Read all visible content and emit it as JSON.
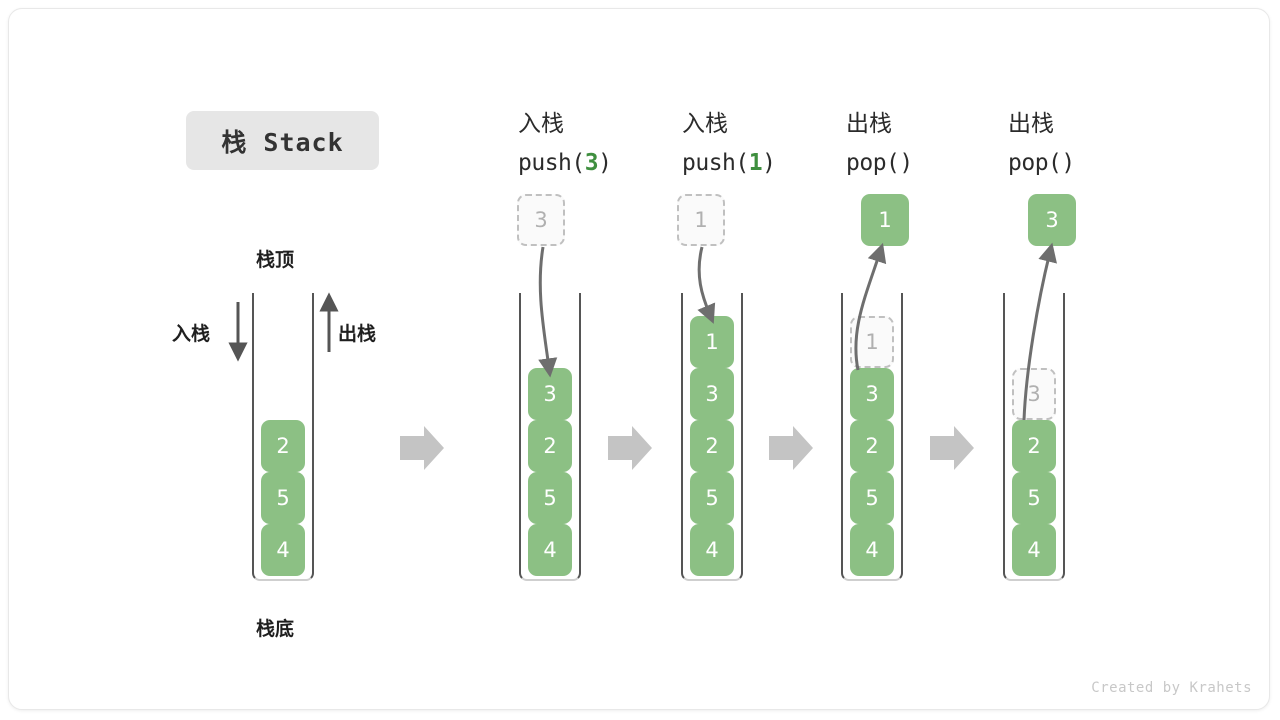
{
  "title_badge": "栈 Stack",
  "labels": {
    "top": "栈顶",
    "bottom": "栈底",
    "push": "入栈",
    "pop": "出栈"
  },
  "watermark": "Created by Krahets",
  "colors": {
    "cell_fill": "#8cc084",
    "cell_text": "#ffffff",
    "ghost_fill": "#fafafa",
    "ghost_border": "#c0c0c0",
    "ghost_text": "#b0b0b0",
    "badge_bg": "#e6e6e6",
    "arrow_gray": "#6e6e6e",
    "separator_gray": "#c4c4c4",
    "accent_green": "#3f8f3f",
    "stack_wall": "#555555"
  },
  "columns": [
    {
      "id": "initial",
      "header_cn": "",
      "header_code_prefix": "",
      "header_code_arg": "",
      "header_code_suffix": "",
      "cells": [
        {
          "value": "2",
          "state": "filled"
        },
        {
          "value": "5",
          "state": "filled"
        },
        {
          "value": "4",
          "state": "filled"
        }
      ],
      "float": null
    },
    {
      "id": "push-3",
      "header_cn": "入栈",
      "header_code_prefix": "push(",
      "header_code_arg": "3",
      "header_code_suffix": ")",
      "cells": [
        {
          "value": "3",
          "state": "filled"
        },
        {
          "value": "2",
          "state": "filled"
        },
        {
          "value": "5",
          "state": "filled"
        },
        {
          "value": "4",
          "state": "filled"
        }
      ],
      "float": {
        "value": "3",
        "state": "ghost"
      }
    },
    {
      "id": "push-1",
      "header_cn": "入栈",
      "header_code_prefix": "push(",
      "header_code_arg": "1",
      "header_code_suffix": ")",
      "cells": [
        {
          "value": "1",
          "state": "filled"
        },
        {
          "value": "3",
          "state": "filled"
        },
        {
          "value": "2",
          "state": "filled"
        },
        {
          "value": "5",
          "state": "filled"
        },
        {
          "value": "4",
          "state": "filled"
        }
      ],
      "float": {
        "value": "1",
        "state": "ghost"
      }
    },
    {
      "id": "pop-1",
      "header_cn": "出栈",
      "header_code_prefix": "pop(",
      "header_code_arg": "",
      "header_code_suffix": ")",
      "cells": [
        {
          "value": "1",
          "state": "ghost"
        },
        {
          "value": "3",
          "state": "filled"
        },
        {
          "value": "2",
          "state": "filled"
        },
        {
          "value": "5",
          "state": "filled"
        },
        {
          "value": "4",
          "state": "filled"
        }
      ],
      "float": {
        "value": "1",
        "state": "filled"
      }
    },
    {
      "id": "pop-3",
      "header_cn": "出栈",
      "header_code_prefix": "pop(",
      "header_code_arg": "",
      "header_code_suffix": ")",
      "cells": [
        {
          "value": "3",
          "state": "ghost"
        },
        {
          "value": "2",
          "state": "filled"
        },
        {
          "value": "5",
          "state": "filled"
        },
        {
          "value": "4",
          "state": "filled"
        }
      ],
      "float": {
        "value": "3",
        "state": "filled"
      }
    }
  ]
}
